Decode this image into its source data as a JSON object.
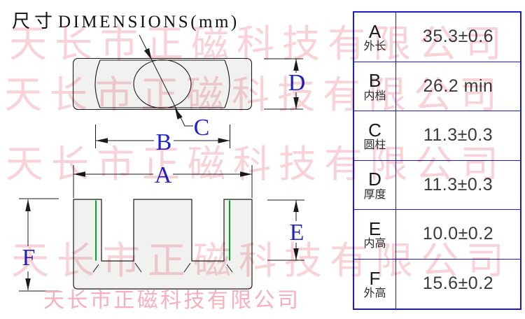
{
  "title": {
    "cn": "尺寸",
    "en": "DIMENSIONS(mm)"
  },
  "labels": {
    "a": "A",
    "b": "B",
    "c": "C",
    "d": "D",
    "e": "E",
    "f": "F"
  },
  "table": {
    "rows": [
      {
        "letter": "A",
        "name_cn": "外长",
        "value": "35.3±0.6"
      },
      {
        "letter": "B",
        "name_cn": "内档",
        "value": "26.2 min"
      },
      {
        "letter": "C",
        "name_cn": "圆柱",
        "value": "11.3±0.3"
      },
      {
        "letter": "D",
        "name_cn": "厚度",
        "value": "11.3±0.3"
      },
      {
        "letter": "E",
        "name_cn": "内高",
        "value": "10.0±0.2"
      },
      {
        "letter": "F",
        "name_cn": "外高",
        "value": "15.6±0.2"
      }
    ]
  },
  "watermark": {
    "text": "天长市正磁科技有限公司"
  },
  "footer": {
    "company": "天长市正磁科技有限公司"
  },
  "colors": {
    "dimension_blue": "#2222CC",
    "table_border_blue": "#1A1AC8",
    "watermark_pink": "#F9D2D8",
    "footer_pink": "#F7AFBD",
    "grind_line_green": "#00A428",
    "core_fill_gray": "#F1F1F0",
    "line_black": "#1A1A1A"
  }
}
